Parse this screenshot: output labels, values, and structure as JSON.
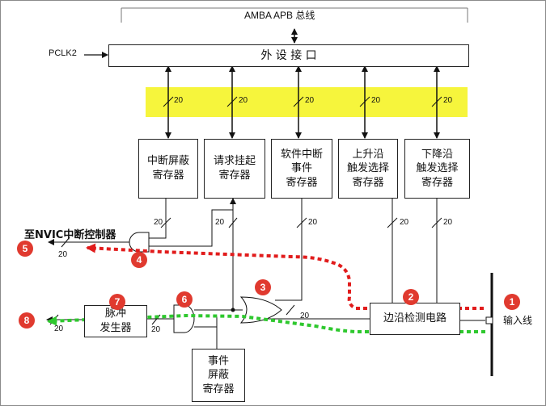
{
  "bus_label": "AMBA APB 总线",
  "pclk_label": "PCLK2",
  "interface_label": "外 设 接 口",
  "width_labels": {
    "bus": "20",
    "imr_out": "20",
    "pr_out": "20",
    "swier_out": "20",
    "rtsr_out": "20",
    "ftsr_out": "20",
    "nvic_out": "20",
    "or_out": "20",
    "pulse_in": "20",
    "pulse_out": "20"
  },
  "registers": {
    "imr": "中断屏蔽\n寄存器",
    "pr": "请求挂起\n寄存器",
    "swier": "软件中断\n事件\n寄存器",
    "rtsr": "上升沿\n触发选择\n寄存器",
    "ftsr": "下降沿\n触发选择\n寄存器",
    "emr": "事件\n屏蔽\n寄存器",
    "edge_detect": "边沿检测电路",
    "pulse_gen": "脉冲\n发生器"
  },
  "labels": {
    "nvic": "至NVIC中断控制器",
    "input_line": "输入线"
  },
  "badges": [
    "1",
    "2",
    "3",
    "4",
    "5",
    "6",
    "7",
    "8"
  ],
  "colors": {
    "highlight": "#f6f53c",
    "red_path": "#e11c1c",
    "green_path": "#2ec82e",
    "badge": "#e03a2f"
  }
}
